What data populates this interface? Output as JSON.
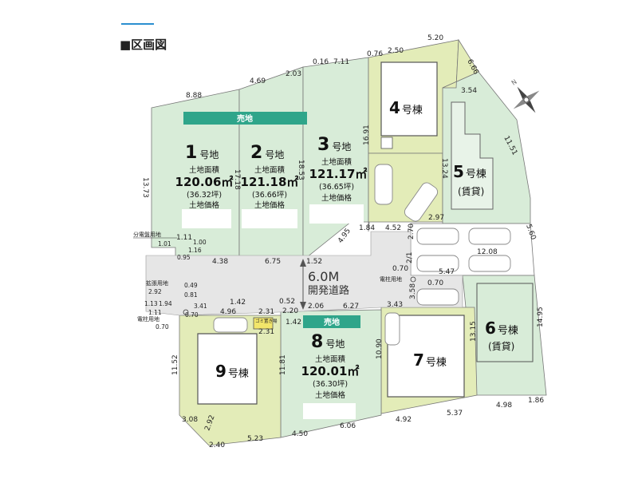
{
  "title": "■区画図",
  "road": {
    "width": "6.0M",
    "name": "開発道路"
  },
  "sale_badge": "売地",
  "lots": [
    {
      "num": "1",
      "suffix": "号地",
      "area_label": "土地面積",
      "area": "120.06㎡",
      "tsubo": "(36.32坪)",
      "price_label": "土地価格"
    },
    {
      "num": "2",
      "suffix": "号地",
      "area_label": "土地面積",
      "area": "121.18㎡",
      "tsubo": "(36.66坪)",
      "price_label": "土地価格"
    },
    {
      "num": "3",
      "suffix": "号地",
      "area_label": "土地面積",
      "area": "121.17㎡",
      "tsubo": "(36.65坪)",
      "price_label": "土地価格"
    },
    {
      "num": "8",
      "suffix": "号地",
      "area_label": "土地面積",
      "area": "120.01㎡",
      "tsubo": "(36.30坪)",
      "price_label": "土地価格"
    }
  ],
  "buildings": [
    {
      "num": "4",
      "suffix": "号棟",
      "note": ""
    },
    {
      "num": "5",
      "suffix": "号棟",
      "note": "(賃貸)"
    },
    {
      "num": "6",
      "suffix": "号棟",
      "note": "(賃貸)"
    },
    {
      "num": "7",
      "suffix": "号棟",
      "note": ""
    },
    {
      "num": "9",
      "suffix": "号棟",
      "note": ""
    }
  ],
  "labels": {
    "bunden": "分電盤用地",
    "kakucho": "拡張用地",
    "denchu1": "電柱用地",
    "denchu2": "電柱用地",
    "gomi": "ゴミ置き場"
  },
  "colors": {
    "sale": "#d8ecd8",
    "lot": "#e3ecb8",
    "badge": "#2fa58a",
    "road": "#e6e6e6",
    "accent": "#2b8fd0"
  },
  "dims": [
    "8.88",
    "4.69",
    "2.03",
    "0.16",
    "7.11",
    "0.76",
    "2.50",
    "5.20",
    "6.66",
    "3.54",
    "11.51",
    "13.73",
    "17.18",
    "18.53",
    "16.91",
    "13.24",
    "2.97",
    "1.84",
    "4.52",
    "4.95",
    "2.70",
    "5.60",
    "1.01",
    "1.11",
    "1.00",
    "1.16",
    "0.95",
    "4.38",
    "6.75",
    "1.52",
    "12.08",
    "2/1",
    "0.70",
    "5.47",
    "0.70",
    "3.58",
    "0.49",
    "2.92",
    "0.81",
    "1.13",
    "1.94",
    "3.41",
    "1.11",
    "0.70",
    "0.70",
    "1.42",
    "4.96",
    "2.31",
    "0.52",
    "2.20",
    "2.06",
    "6.27",
    "3.43",
    "1.42",
    "2.31",
    "11.52",
    "11.81",
    "10.90",
    "13.15",
    "14.95",
    "3.08",
    "2.92",
    "2.40",
    "5.23",
    "4.50",
    "6.06",
    "4.92",
    "5.37",
    "4.98",
    "1.86"
  ]
}
